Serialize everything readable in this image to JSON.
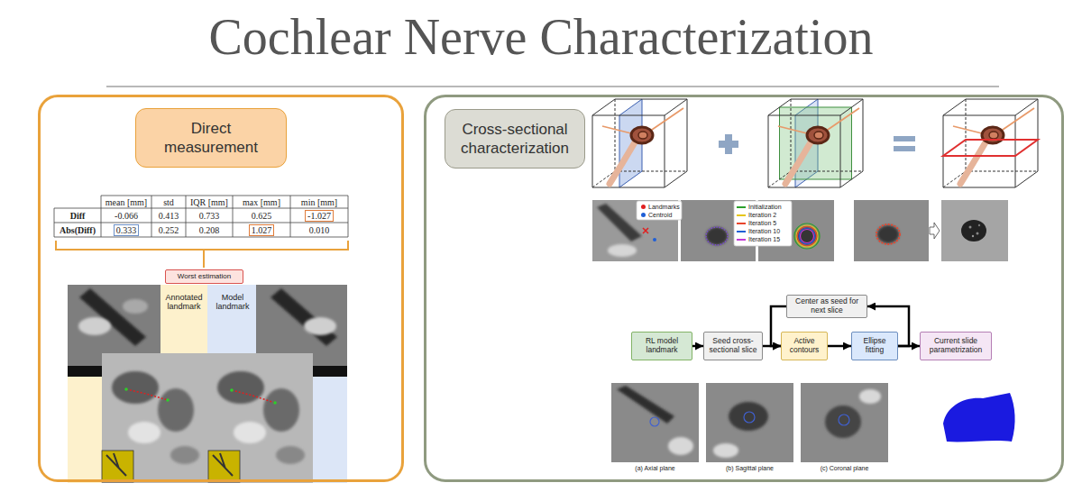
{
  "diagram": {
    "title": "Cochlear Nerve Characterization",
    "nodes": [
      {
        "text": [
          "Direct measurement"
        ]
      },
      {
        "text": [
          "Worst estimation"
        ],
        "in": 0
      },
      {
        "text": [
          "Annotated landmark"
        ],
        "in": 0
      },
      {
        "text": [
          "Model landmark"
        ],
        "in": 0
      },
      {
        "text": [
          "Cross-sectional characterization"
        ]
      },
      {
        "text": [
          "RL model landmark"
        ],
        "in": 4
      },
      {
        "text": [
          "Seed cross-sectional slice"
        ],
        "in": 4
      },
      {
        "text": [
          "Active contours"
        ],
        "in": 4
      },
      {
        "text": [
          "Ellipse fitting"
        ],
        "in": 4
      },
      {
        "text": [
          "Current slide parametrization"
        ],
        "in": 4
      },
      {
        "text": [
          "Center as seed for next slice"
        ],
        "in": 4
      }
    ],
    "edges": [
      {
        "from": 5,
        "to": 6,
        "arrow": "to"
      },
      {
        "from": 6,
        "to": 7,
        "arrow": "to"
      },
      {
        "from": 7,
        "to": 8,
        "arrow": "to"
      },
      {
        "from": 8,
        "to": 9,
        "arrow": "to"
      },
      {
        "from": 8,
        "to": 10,
        "arrow": "to"
      },
      {
        "from": 10,
        "to": 7,
        "arrow": "to"
      }
    ],
    "labels": [
      "mean [mm]",
      "std",
      "IQR [mm]",
      "max [mm]",
      "min [mm]",
      "Diff",
      "-0.066",
      "0.413",
      "0.733",
      "0.625",
      "-1.027",
      "Abs(Diff)",
      "0.333",
      "0.252",
      "0.208",
      "1.027",
      "0.010",
      "(a) Axial plane",
      "(b) Sagittal plane",
      "(c) Coronal plane"
    ],
    "legend": [
      {
        "text": "Landmarks"
      },
      {
        "text": "Centroid"
      },
      {
        "text": "Initialization",
        "color": "#2ca02c"
      },
      {
        "text": "Iteration 2",
        "color": "#e6c619"
      },
      {
        "text": "Iteration 5",
        "color": "#e8452c"
      },
      {
        "text": "Iteration 10",
        "color": "#1f5fd6"
      },
      {
        "text": "Iteration 15",
        "color": "#c23ad6"
      }
    ]
  }
}
